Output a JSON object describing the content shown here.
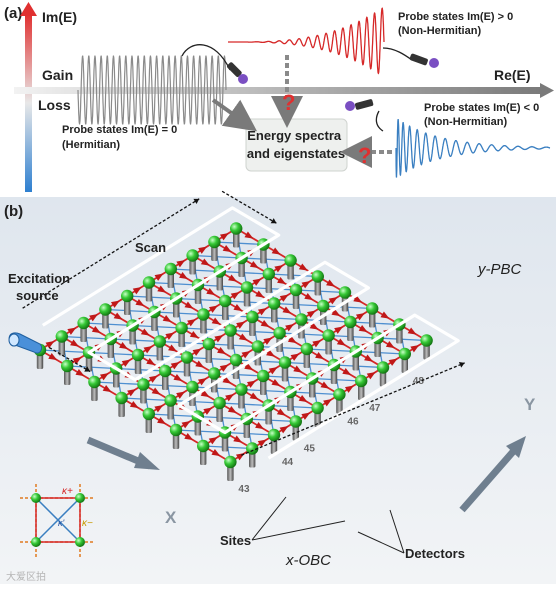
{
  "panel_a": {
    "label": "(a)",
    "imag_axis": "Im(E)",
    "real_axis": "Re(E)",
    "gain": "Gain",
    "loss": "Loss",
    "probe_hermitian": [
      "Probe states Im(E) = 0",
      "(Hermitian)"
    ],
    "probe_gain": [
      "Probe states Im(E) > 0",
      "(Non-Hermitian)"
    ],
    "probe_loss": [
      "Probe states Im(E) < 0",
      "(Non-Hermitian)"
    ],
    "energy_box": [
      "Energy spectra",
      "and eigenstates"
    ],
    "question_mark": "?"
  },
  "panel_b": {
    "label": "(b)",
    "scan": "Scan",
    "excitation": [
      "Excitation",
      "source"
    ],
    "y_pbc": "y-PBC",
    "x_obc": "x-OBC",
    "sites": "Sites",
    "detectors": "Detectors",
    "axis_x": "X",
    "axis_y": "Y",
    "inset_kplus": "κ+",
    "inset_kminus": "κ−",
    "inset_kprime": "κ'",
    "detector_numbers": [
      "43",
      "44",
      "45",
      "46",
      "47",
      "48"
    ],
    "watermark": "大爱区拍"
  },
  "colors": {
    "gain_red": "#d62828",
    "loss_blue": "#3a7fc1",
    "site_green": "#2fbf2f",
    "hermitian_gray": "#888888",
    "box_bg": "#eef0ee"
  }
}
